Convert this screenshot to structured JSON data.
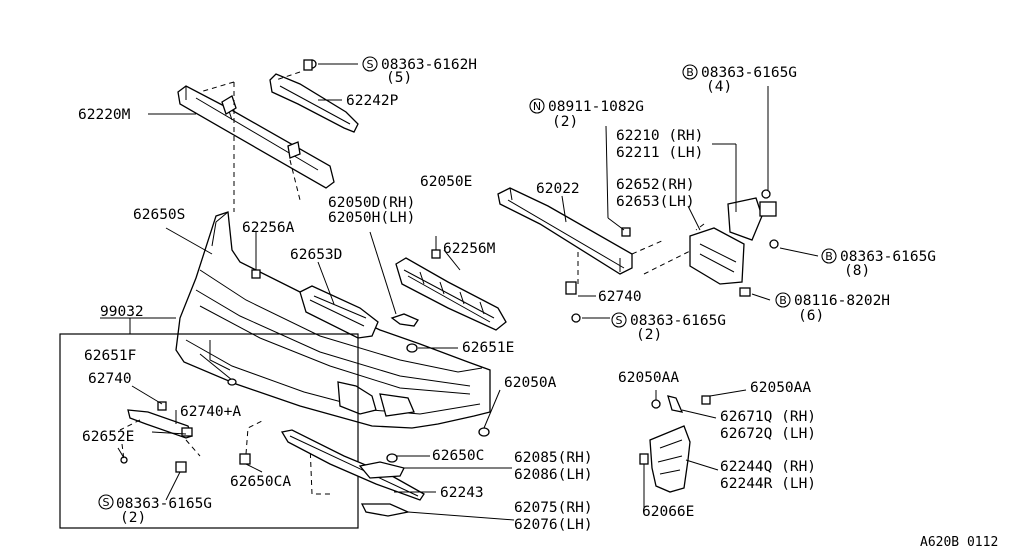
{
  "labels": {
    "p62220M": "62220M",
    "p08363_6162H": "08363-6162H",
    "q5": "(5)",
    "p62242P": "62242P",
    "p62650S": "62650S",
    "p62256A": "62256A",
    "p62653D": "62653D",
    "p62050D": "62050D(RH)",
    "p62050H": "62050H(LH)",
    "p62050E": "62050E",
    "p62256M": "62256M",
    "p99032": "99032",
    "p62651F": "62651F",
    "p62740_l": "62740",
    "p62740A": "62740+A",
    "p62652E": "62652E",
    "p08363_6165G_bl": "08363-6165G",
    "q2_bl": "(2)",
    "p62650CA": "62650CA",
    "p62651E": "62651E",
    "p62050A": "62050A",
    "p62650C": "62650C",
    "p62085": "62085(RH)",
    "p62086": "62086(LH)",
    "p62243": "62243",
    "p62075": "62075(RH)",
    "p62076": "62076(LH)",
    "p08911": "08911-1082G",
    "q2_n": "(2)",
    "p62022": "62022",
    "p62740_r": "62740",
    "p08363_6165G_m": "08363-6165G",
    "q2_m": "(2)",
    "p08363_6165G_tr": "08363-6165G",
    "q4": "(4)",
    "p62210": "62210 (RH)",
    "p62211": "62211 (LH)",
    "p62652": "62652(RH)",
    "p62653": "62653(LH)",
    "p08363_6165G_r": "08363-6165G",
    "q8": "(8)",
    "p08116": "08116-8202H",
    "q6": "(6)",
    "p62050AA_1": "62050AA",
    "p62050AA_2": "62050AA",
    "p62671Q": "62671Q (RH)",
    "p62672Q": "62672Q (LH)",
    "p62244Q": "62244Q (RH)",
    "p62244R": "62244R (LH)",
    "p62066E": "62066E",
    "code": "A620B 0112"
  },
  "symbols": {
    "S": "S",
    "N": "N",
    "B": "B"
  }
}
